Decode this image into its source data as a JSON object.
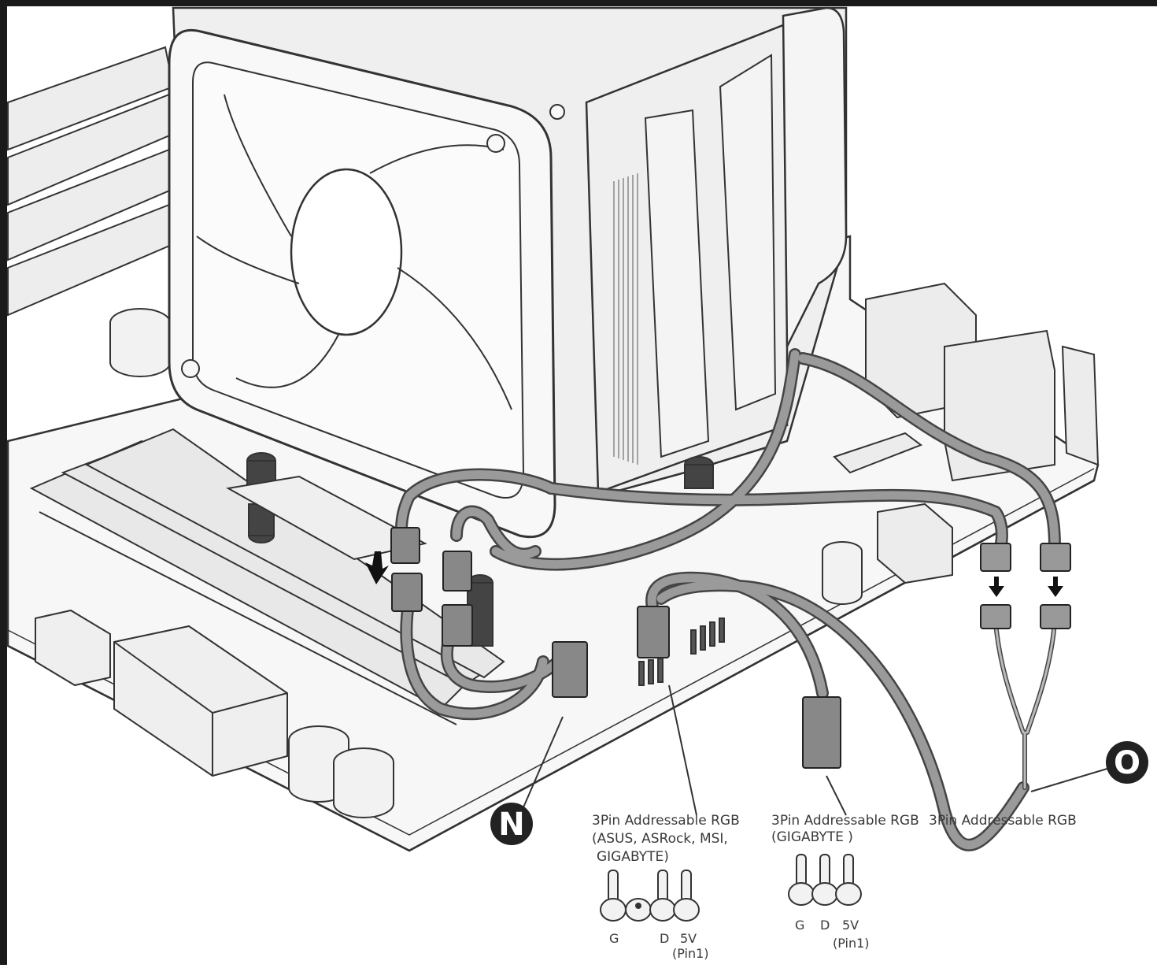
{
  "callouts": {
    "n": {
      "letter": "N",
      "label_title": "3Pin Addressable RGB",
      "label_sub_1": "(ASUS, ASRock, MSI,",
      "label_sub_2": "GIGABYTE)"
    },
    "gigabyte": {
      "label_title": "3Pin Addressable RGB",
      "label_sub_1": "(GIGABYTE )"
    },
    "o": {
      "letter": "O",
      "label_title": "3Pin Addressable RGB"
    }
  },
  "header_n": {
    "pin_g": "G",
    "pin_d": "D",
    "pin_5v": "5V",
    "pin1": "(Pin1)"
  },
  "header_gigabyte": {
    "pin_g": "G",
    "pin_d": "D",
    "pin_5v": "5V",
    "pin1": "(Pin1)"
  },
  "colors": {
    "line": "#333333",
    "cable": "#8a8a8a",
    "cable_edge": "#444444",
    "board": "#f4f4f4",
    "badge": "#222222"
  }
}
